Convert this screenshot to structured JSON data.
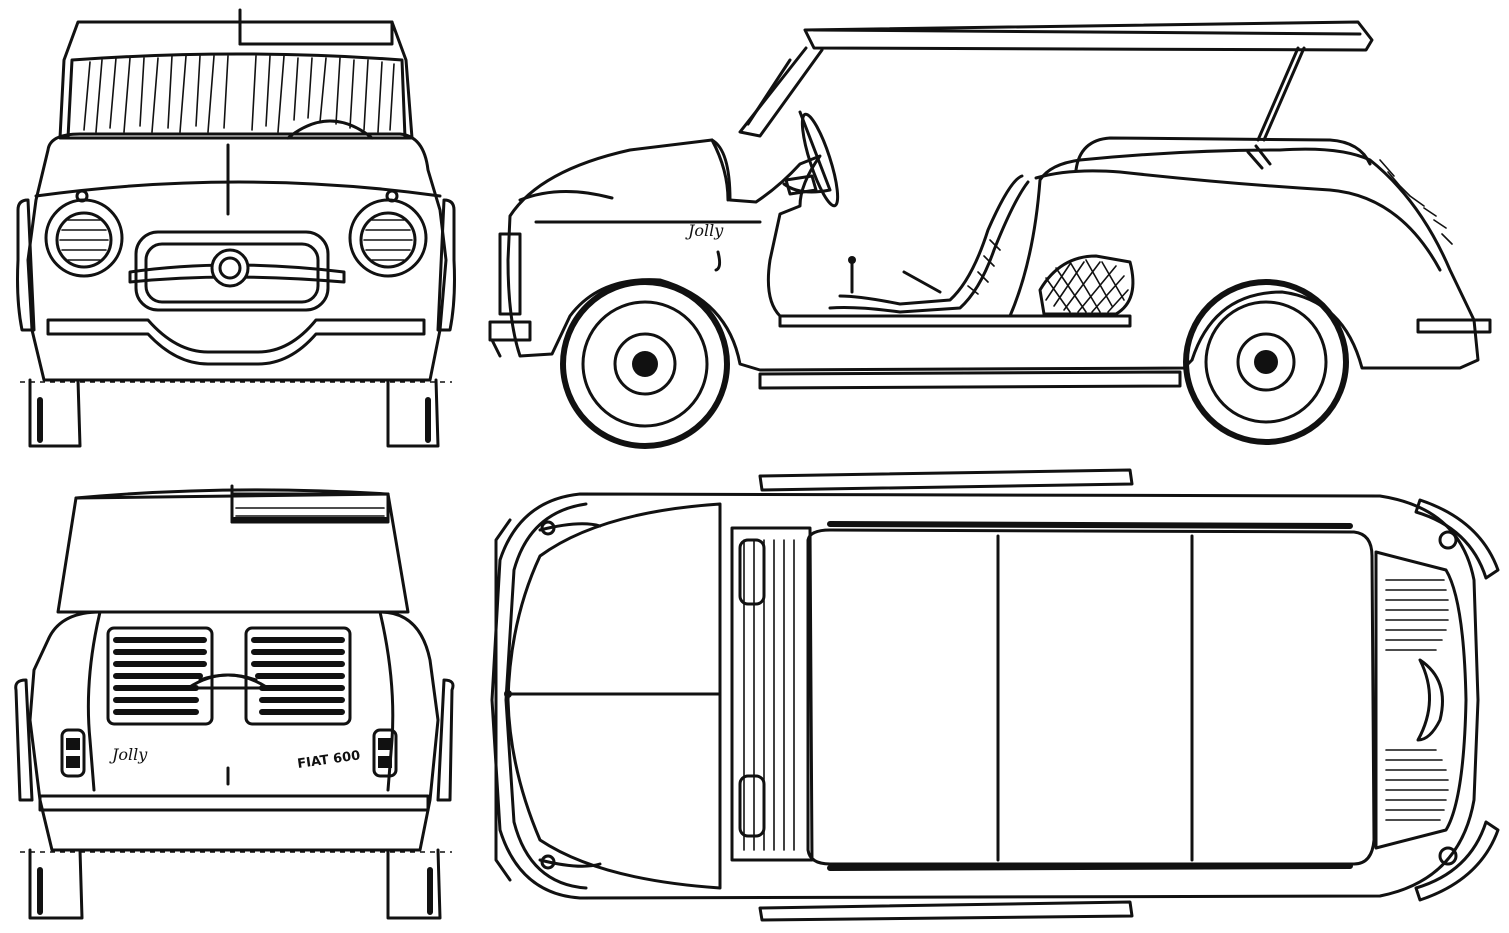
{
  "drawing": {
    "views": [
      "front-view",
      "side-view",
      "rear-view",
      "top-view"
    ],
    "script_badge_text": "Jolly",
    "rear_badge_text": "FIAT 600",
    "line_color": "#111111",
    "paper_color": "#ffffff"
  }
}
